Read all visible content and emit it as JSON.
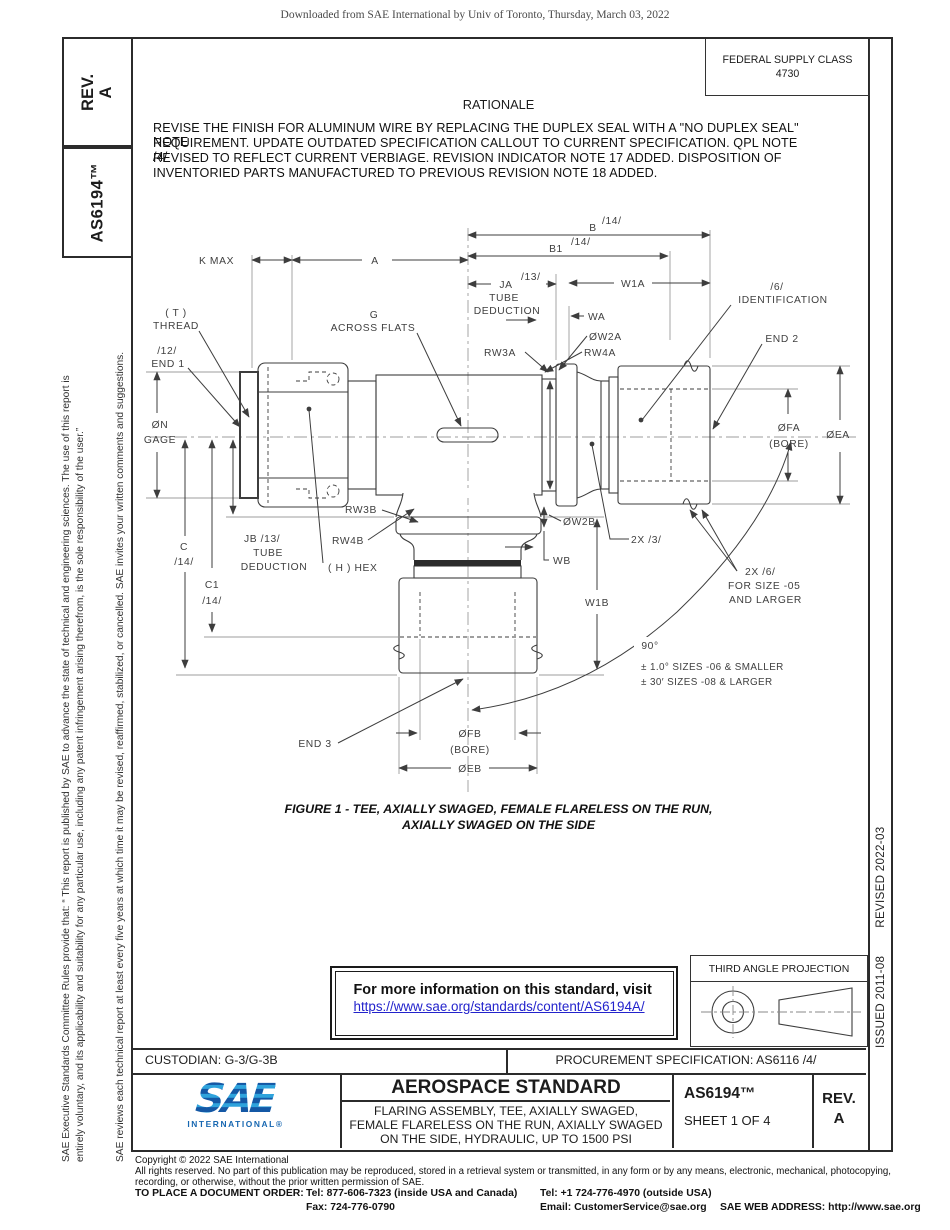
{
  "watermark": "Downloaded from SAE International by Univ of Toronto, Thursday, March 03, 2022",
  "sidebar": {
    "rev_label": "REV.",
    "rev_value": "A",
    "doc_number": "AS6194™",
    "disclaimer_line1": "SAE Executive Standards Committee Rules provide that: “ This report is published by SAE to advance the state of technical and engineering sciences. The use of this report is",
    "disclaimer_line2": "entirely voluntary, and its applicability and suitability for any particular use, including any patent infringement arising therefrom, is the sole responsibility of the user.”",
    "disclaimer_line3": "SAE reviews each technical report at least every five years at which time it may be revised, reaffirmed, stabilized, or cancelled. SAE invites your written comments and suggestions."
  },
  "revision_strip": {
    "issued": "ISSUED 2011-08",
    "revised": "REVISED 2022-03"
  },
  "header": {
    "federal_supply_class_label": "FEDERAL SUPPLY CLASS",
    "federal_supply_class_value": "4730",
    "rationale_title": "RATIONALE",
    "rationale_lines": [
      "REVISE THE FINISH FOR ALUMINUM WIRE BY REPLACING THE DUPLEX SEAL WITH A \"NO DUPLEX SEAL\" NOTE",
      "REQUIREMENT. UPDATE OUTDATED SPECIFICATION CALLOUT TO CURRENT SPECIFICATION. QPL NOTE /4/",
      "REVISED TO REFLECT CURRENT VERBIAGE. REVISION INDICATOR NOTE 17 ADDED. DISPOSITION OF",
      "INVENTORIED PARTS MANUFACTURED TO PREVIOUS REVISION NOTE 18 ADDED."
    ]
  },
  "figure": {
    "caption_line1": "FIGURE 1 - TEE, AXIALLY SWAGED, FEMALE FLARELESS ON THE RUN,",
    "caption_line2": "AXIALLY SWAGED ON THE SIDE",
    "labels": {
      "k_max": "K MAX",
      "a": "A",
      "b": "B",
      "b_note": "/14/",
      "b1": "B1",
      "b1_note": "/14/",
      "ja": "JA",
      "ja_note": "/13/",
      "tube_a": "TUBE",
      "deduction_a": "DEDUCTION",
      "w1a": "W1A",
      "wa": "WA",
      "w2a": "ØW2A",
      "rw3a": "RW3A",
      "rw4a": "RW4A",
      "id_note": "/6/",
      "identification": "IDENTIFICATION",
      "end2": "END 2",
      "fa": "ØFA",
      "fa_bore": "(BORE)",
      "ea": "ØEA",
      "thread_sym": "( T )",
      "thread": "THREAD",
      "end1_note": "/12/",
      "end1": "END 1",
      "n_dia": "ØN",
      "n_gage": "GAGE",
      "g": "G",
      "across_flats": "ACROSS FLATS",
      "h_hex": "( H ) HEX",
      "rw3b": "RW3B",
      "rw4b": "RW4B",
      "jb": "JB /13/",
      "tube_b": "TUBE",
      "deduction_b": "DEDUCTION",
      "c": "C",
      "c_note": "/14/",
      "c1": "C1",
      "c1_note": "/14/",
      "w2b": "ØW2B",
      "wb": "WB",
      "w1b": "W1B",
      "two_x_3": "2X /3/",
      "two_x_6": "2X /6/",
      "for_size": "FOR SIZE -05",
      "and_larger": "AND LARGER",
      "angle": "90°",
      "tol_small": "± 1.0° SIZES -06 & SMALLER",
      "tol_large": "± 30′ SIZES -08 & LARGER",
      "end3": "END 3",
      "fb": "ØFB",
      "fb_bore": "(BORE)",
      "eb": "ØEB"
    }
  },
  "info_box": {
    "text": "For more information on this standard, visit",
    "link": "https://www.sae.org/standards/content/AS6194A/"
  },
  "projection_box": {
    "title": "THIRD ANGLE PROJECTION"
  },
  "footer": {
    "custodian": "CUSTODIAN: G-3/G-3B",
    "procurement": "PROCUREMENT SPECIFICATION: AS6116 /4/",
    "logo_text": "SAE",
    "logo_sub": "INTERNATIONAL®",
    "title": "AEROSPACE STANDARD",
    "subtitle_line1": "FLARING ASSEMBLY, TEE, AXIALLY SWAGED,",
    "subtitle_line2": "FEMALE FLARELESS ON THE RUN, AXIALLY SWAGED",
    "subtitle_line3": "ON THE SIDE, HYDRAULIC, UP TO 1500 PSI",
    "doc_number": "AS6194™",
    "sheet": "SHEET 1 OF 4",
    "rev_label": "REV.",
    "rev_value": "A"
  },
  "copyright": {
    "line1": "Copyright © 2022 SAE International",
    "line2": "All rights reserved. No part of this publication may be reproduced, stored in a retrieval system or transmitted, in any form or by any means, electronic, mechanical, photocopying,",
    "line3": "recording, or otherwise, without the prior written permission of SAE.",
    "order_label": "TO PLACE A DOCUMENT ORDER:",
    "tel_inside": "Tel: 877-606-7323 (inside USA and Canada)",
    "tel_outside": "Tel: +1 724-776-4970 (outside USA)",
    "fax": "Fax: 724-776-0790",
    "email": "Email: CustomerService@sae.org",
    "web": "SAE WEB ADDRESS: http://www.sae.org"
  },
  "colors": {
    "link_blue": "#2323cc",
    "logo_dark": "#1458a5",
    "logo_light": "#2fa3dc",
    "line": "#2b2b2b"
  }
}
